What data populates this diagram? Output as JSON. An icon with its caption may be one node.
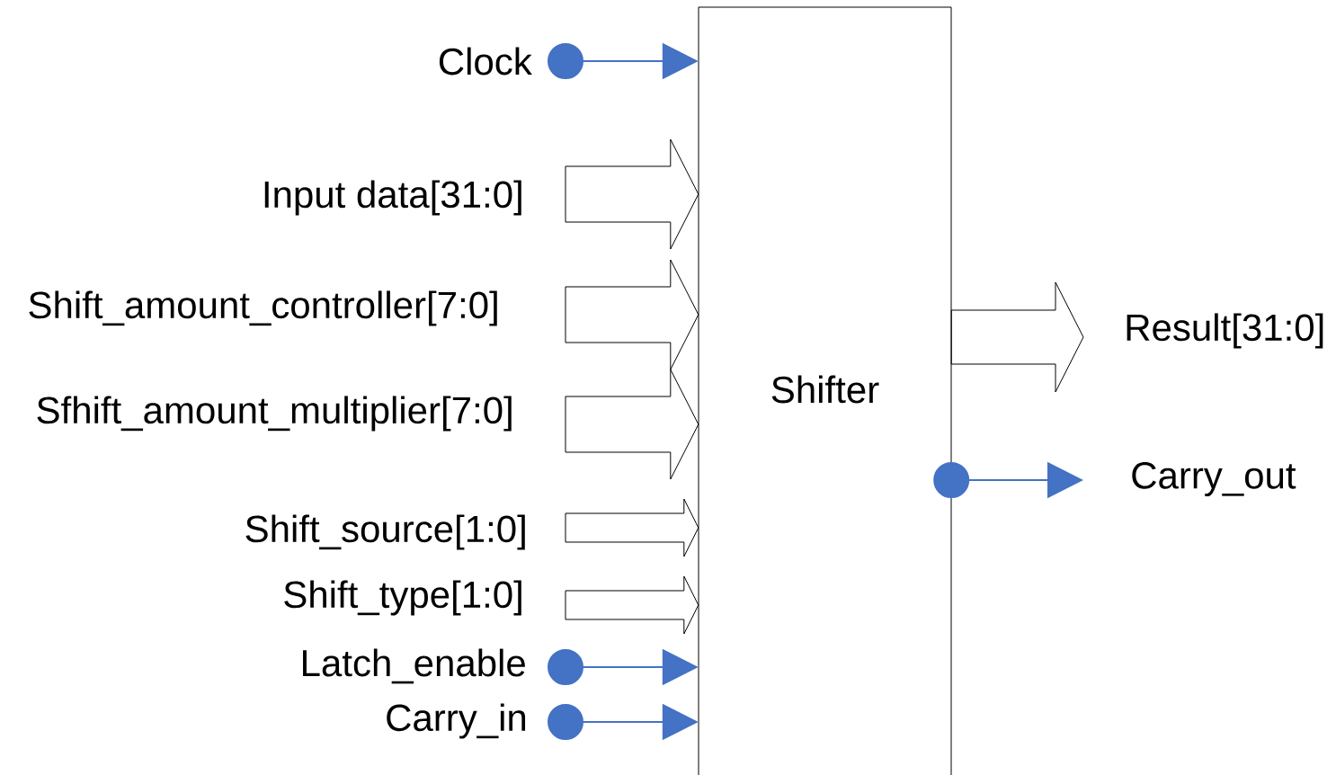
{
  "diagram": {
    "nodes": [
      {
        "text": [
          "Shifter"
        ]
      },
      {
        "text": [
          "Clock"
        ]
      },
      {
        "text": [
          "Input data[31:0]"
        ]
      },
      {
        "text": [
          "Shift_amount_controller[7:0]"
        ]
      },
      {
        "text": [
          "Sfhift_amount_multiplier[7:0]"
        ]
      },
      {
        "text": [
          "Shift_source[1:0]"
        ]
      },
      {
        "text": [
          "Shift_type[1:0]"
        ]
      },
      {
        "text": [
          "Latch_enable"
        ]
      },
      {
        "text": [
          "Carry_in"
        ]
      },
      {
        "text": [
          "Result[31:0]"
        ]
      },
      {
        "text": [
          "Carry_out"
        ]
      }
    ],
    "edges": [
      {
        "from": 1,
        "to": 0,
        "arrow": "to"
      },
      {
        "from": 2,
        "to": 0,
        "arrow": "to",
        "style": "thick",
        "color": "#000000"
      },
      {
        "from": 3,
        "to": 0,
        "arrow": "to",
        "style": "thick",
        "color": "#000000"
      },
      {
        "from": 4,
        "to": 0,
        "arrow": "to",
        "style": "thick",
        "color": "#000000"
      },
      {
        "from": 5,
        "to": 0,
        "arrow": "to",
        "style": "thick",
        "color": "#000000"
      },
      {
        "from": 6,
        "to": 0,
        "arrow": "to",
        "style": "thick",
        "color": "#000000"
      },
      {
        "from": 7,
        "to": 0,
        "arrow": "to"
      },
      {
        "from": 8,
        "to": 0,
        "arrow": "to"
      },
      {
        "from": 0,
        "to": 9,
        "arrow": "to",
        "style": "thick",
        "color": "#000000"
      },
      {
        "from": 0,
        "to": 10,
        "arrow": "to"
      }
    ]
  }
}
